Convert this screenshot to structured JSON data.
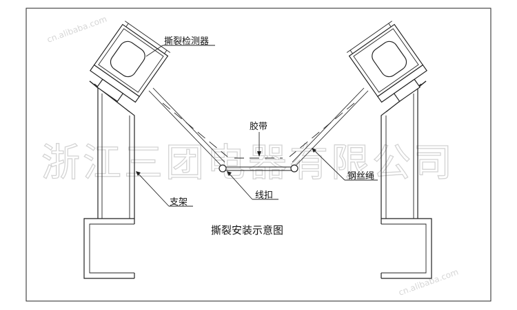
{
  "labels": {
    "detector": "撕裂检测器",
    "belt": "胶带",
    "wire_rope": "钢丝绳",
    "support": "支架",
    "buckle": "线扣"
  },
  "caption": "撕裂安装示意图",
  "watermark": {
    "main": "浙江三团电器有限公司",
    "url_top": "cn.alibaba.com",
    "url_bottom": "cn.alibaba.com"
  }
}
